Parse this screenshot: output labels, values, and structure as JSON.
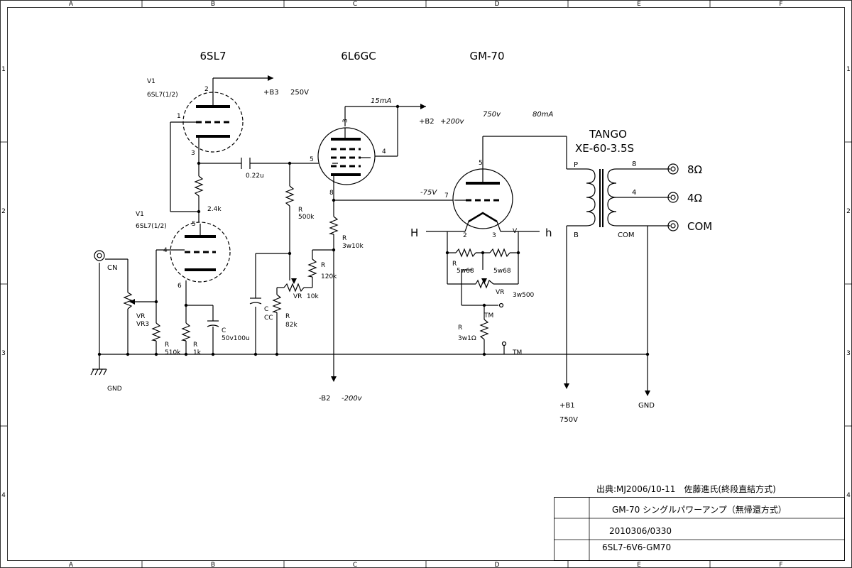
{
  "border": {
    "cols": [
      "A",
      "B",
      "C",
      "D",
      "E",
      "F"
    ],
    "rows": [
      "1",
      "2",
      "3",
      "4"
    ]
  },
  "headings": {
    "tube1": "6SL7",
    "tube2": "6L6GC",
    "tube3": "GM-70"
  },
  "labels": {
    "v1_top": "V1",
    "v1_top_sub": "6SL7(1/2)",
    "v1_bot": "V1",
    "v1_bot_sub": "6SL7(1/2)",
    "b3": "+B3",
    "b3_v": "250V",
    "b2": "+B2",
    "b2_v": "+200v",
    "i_15": "15mA",
    "v_750": "750v",
    "i_80": "80mA",
    "v_neg75": "-75V",
    "tango": "TANGO",
    "xfmr": "XE-60-3.5S",
    "p": "P",
    "b": "B",
    "com_tap": "COM",
    "tap8": "8",
    "tap4": "4",
    "out8": "8Ω",
    "out4": "4Ω",
    "outcom": "COM",
    "cn": "CN",
    "gnd_left": "GND",
    "gnd_right": "GND",
    "b2_neg": "-B2",
    "b2_neg_v": "-200v",
    "b1": "+B1",
    "b1_v": "750V",
    "tm_right": "TM",
    "tm_mid": "TM",
    "h_left": "H",
    "h_right": "h",
    "cap_022": "0.22u",
    "r_24k": "2.4k",
    "r_500k_a": "R",
    "r_500k_b": "500k",
    "r_3w10k_a": "R",
    "r_3w10k_b": "3w10k",
    "r_120k_a": "R",
    "r_120k_b": "120k",
    "vr_10k_a": "VR",
    "vr_10k_b": "10k",
    "r_82k_a": "R",
    "r_82k_b": "82k",
    "c_cc_a": "C",
    "c_cc_b": "CC",
    "vr3_a": "VR",
    "vr3_b": "VR3",
    "r_510k_a": "R",
    "r_510k_b": "510k",
    "r_1k_a": "R",
    "r_1k_b": "1k",
    "c_50_a": "C",
    "c_50_b": "50v100u",
    "r_5w68_l_a": "R",
    "r_5w68_l_b": "5w68",
    "r_5w68_r": "5w68",
    "vr_3w500_a": "VR",
    "vr_3w500_b": "3w500",
    "r_3w1_a": "R",
    "r_3w1_b": "3w1Ω",
    "pin_v1t_2": "2",
    "pin_v1t_1": "1",
    "pin_v1t_3": "3",
    "pin_v1b_5": "5",
    "pin_v1b_4": "4",
    "pin_v1b_6": "6",
    "pin_6l6_3": "3",
    "pin_6l6_5": "5",
    "pin_6l6_4": "4",
    "pin_6l6_8": "8",
    "pin_gm_5": "5",
    "pin_gm_7": "7",
    "pin_gm_2": "2",
    "pin_gm_3": "3",
    "pin_gm_v": "V"
  },
  "title_block": {
    "source": "出典:MJ2006/10-11　佐藤進氏(終段直結方式)",
    "title": "GM-70 シングルパワーアンプ（無帰還方式）",
    "date": "2010306/0330",
    "code": "6SL7-6V6-GM70"
  }
}
